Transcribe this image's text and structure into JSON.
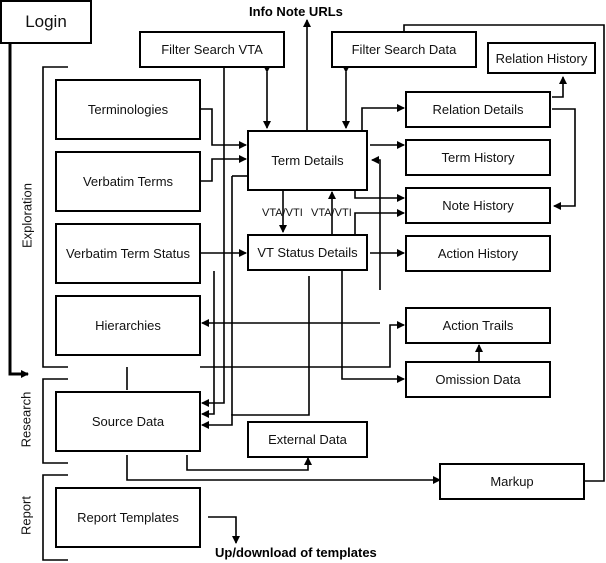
{
  "login": "Login",
  "top_label": "Info Note URLs",
  "bottom_label": "Up/download of templates",
  "sections": {
    "exploration": "Exploration",
    "research": "Research",
    "report": "Report"
  },
  "boxes": {
    "filter_search_vta": "Filter Search VTA",
    "filter_search_data": "Filter Search Data",
    "relation_history": "Relation History",
    "terminologies": "Terminologies",
    "verbatim_terms": "Verbatim Terms",
    "verbatim_term_status": "Verbatim Term Status",
    "hierarchies": "Hierarchies",
    "term_details": "Term Details",
    "vt_status_details": "VT Status Details",
    "relation_details": "Relation Details",
    "term_history": "Term History",
    "note_history": "Note History",
    "action_history": "Action History",
    "action_trails": "Action Trails",
    "omission_data": "Omission Data",
    "source_data": "Source Data",
    "external_data": "External Data",
    "markup": "Markup",
    "report_templates": "Report Templates"
  },
  "edge_labels": {
    "vta_vti_down": "VTA/VTI",
    "vta_vti_up": "VTA/VTI"
  }
}
